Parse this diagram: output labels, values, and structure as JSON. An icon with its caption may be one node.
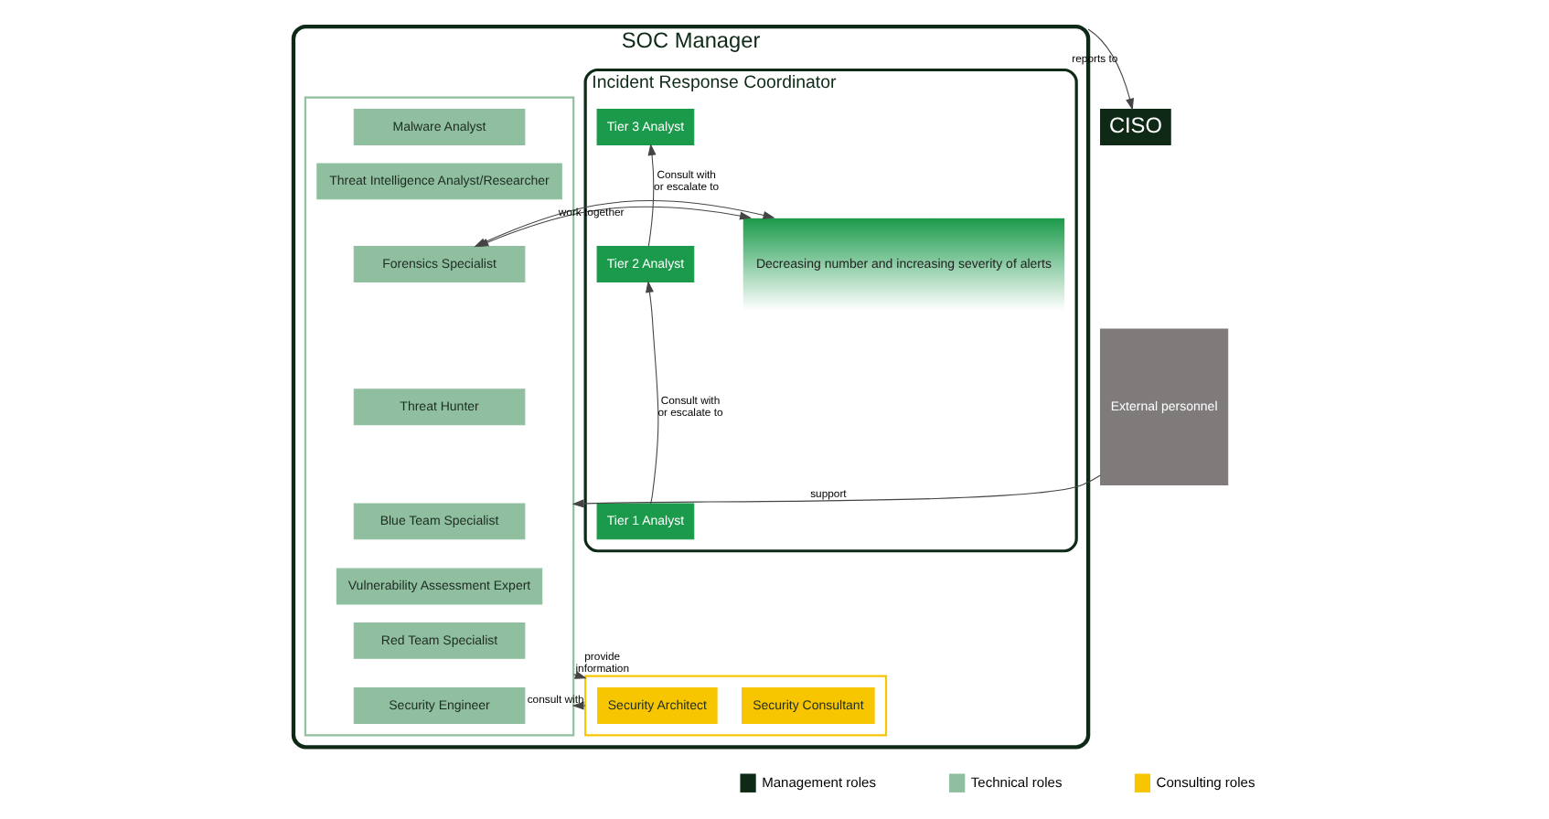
{
  "diagram": {
    "nodes": [
      {
        "text": [
          "SOC Manager"
        ]
      },
      {
        "text": [
          "Incident Response Coordinator"
        ],
        "in": 0
      },
      {
        "text": [
          "Tier 3 Analyst"
        ],
        "in": 1
      },
      {
        "text": [
          "Tier 2 Analyst"
        ],
        "in": 1
      },
      {
        "text": [
          "Tier 1 Analyst"
        ],
        "in": 1
      },
      {
        "text": [
          "Decreasing number and increasing severity of alerts"
        ],
        "in": 1
      },
      {
        "text": [],
        "shape": "box",
        "in": 0
      },
      {
        "text": [
          "Malware Analyst"
        ],
        "in": 6
      },
      {
        "text": [
          "Threat Intelligence Analyst/Researcher"
        ],
        "in": 6
      },
      {
        "text": [
          "Forensics Specialist"
        ],
        "in": 6
      },
      {
        "text": [
          "Threat Hunter"
        ],
        "in": 6
      },
      {
        "text": [
          "Blue Team Specialist"
        ],
        "in": 6
      },
      {
        "text": [
          "Vulnerability Assessment Expert"
        ],
        "in": 6
      },
      {
        "text": [
          "Red Team Specialist"
        ],
        "in": 6
      },
      {
        "text": [
          "Security Engineer"
        ],
        "in": 6
      },
      {
        "text": [],
        "shape": "box",
        "in": 0
      },
      {
        "text": [
          "Security Consultant"
        ],
        "in": 15
      },
      {
        "text": [
          "Security Architect"
        ],
        "in": 15
      },
      {
        "text": [
          "CISO"
        ]
      },
      {
        "text": [
          "External personnel"
        ]
      }
    ],
    "edges": [
      {
        "from": 4,
        "to": 3,
        "arrow": "to",
        "label": "Consult with or escalate to"
      },
      {
        "from": 3,
        "to": 2,
        "arrow": "to",
        "label": "Consult with or escalate to"
      },
      {
        "from": 1,
        "to": 6,
        "arrow": "both",
        "label": "work together"
      },
      {
        "from": 6,
        "to": 15,
        "arrow": "to",
        "label": "provide information"
      },
      {
        "from": 15,
        "to": 6,
        "arrow": "to",
        "label": "consult with"
      },
      {
        "from": 0,
        "to": 18,
        "arrow": "to",
        "label": "reports to"
      },
      {
        "from": 19,
        "to": 6,
        "arrow": "to",
        "label": "support"
      }
    ],
    "legend": [
      {
        "text": "Management roles",
        "color": "#0e2a17"
      },
      {
        "text": "Technical roles",
        "color": "#8fbf9f"
      },
      {
        "text": "Consulting roles",
        "color": "#f7c600"
      }
    ]
  }
}
